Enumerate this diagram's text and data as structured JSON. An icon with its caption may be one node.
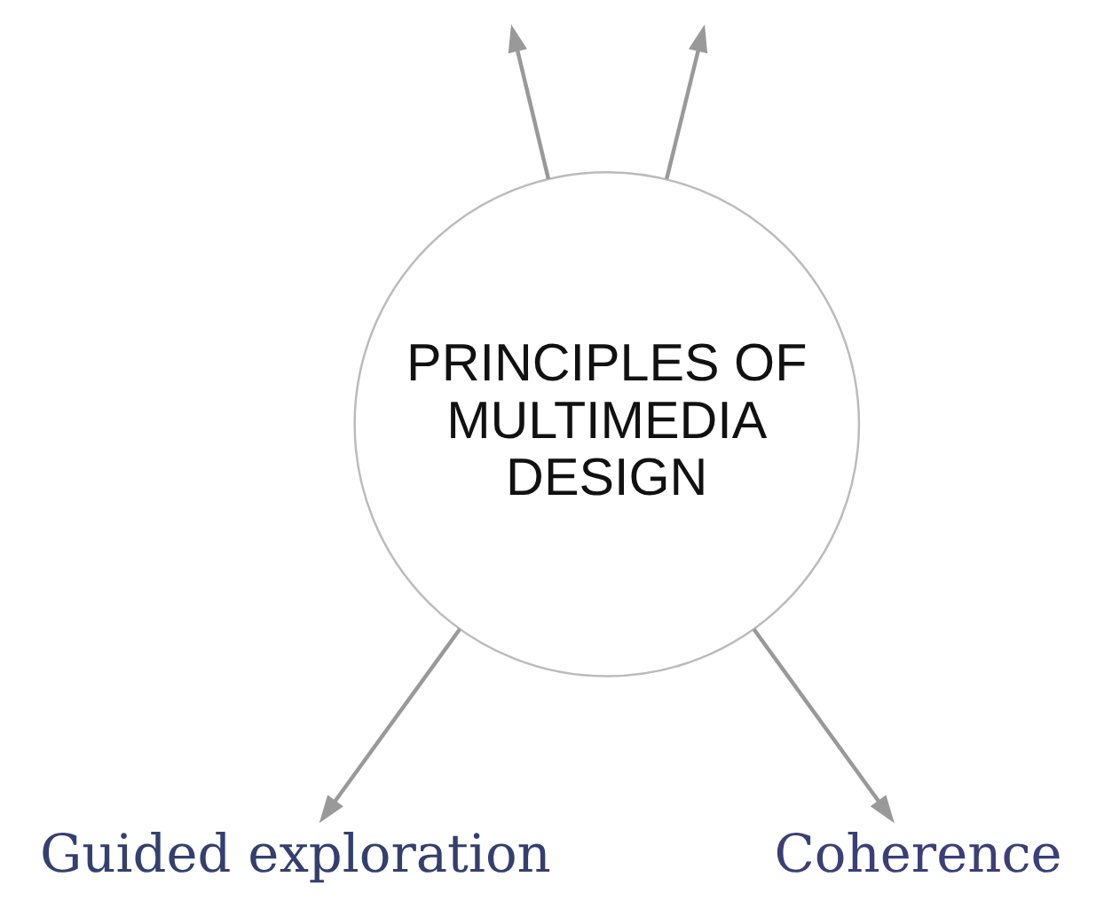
{
  "diagram": {
    "nodes": [
      {
        "text": [
          "PRINCIPLES OF MULTIMEDIA DESIGN"
        ]
      },
      {
        "text": [
          "Guided exploration"
        ]
      },
      {
        "text": [
          "Coherence"
        ]
      }
    ],
    "edges": [
      {
        "from": 0,
        "to": null,
        "arrow": "to"
      },
      {
        "from": 0,
        "to": null,
        "arrow": "to"
      },
      {
        "from": 0,
        "to": 1,
        "arrow": "to"
      },
      {
        "from": 0,
        "to": 2,
        "arrow": "to"
      }
    ]
  }
}
